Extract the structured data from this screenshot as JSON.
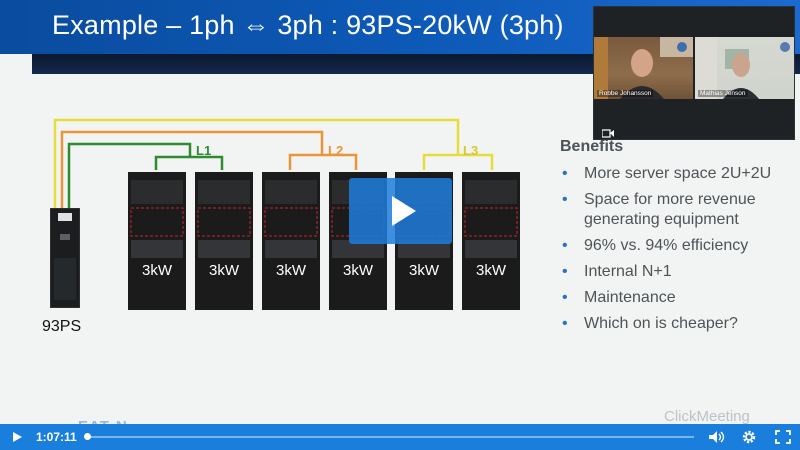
{
  "slide": {
    "title": "Example – 1ph ⇔ 3ph : 93PS-20kW (3ph)",
    "ups_label": "93PS",
    "lines": [
      "L1",
      "L2",
      "L3"
    ],
    "server_labels": [
      "3kW",
      "3kW",
      "3kW",
      "3kW",
      "3kW",
      "3kW"
    ],
    "benefits": {
      "title": "Benefits",
      "items": [
        "More server space 2U+2U",
        "Space for more revenue generating equipment",
        "96% vs. 94% efficiency",
        "Internal N+1",
        "Maintenance",
        "Which on is cheaper?"
      ]
    },
    "footer_logo": "EAT·N",
    "colors": {
      "L1": "#2f8a32",
      "L2": "#e8963a",
      "L3": "#e6dc3c",
      "bullet": "#2b6fc4"
    }
  },
  "video_call": {
    "participants": [
      "Robbe Johansson",
      "Mathias Jenson"
    ]
  },
  "player": {
    "current_time": "1:07:11",
    "progress": 0.0,
    "watermark": "ClickMeeting"
  }
}
